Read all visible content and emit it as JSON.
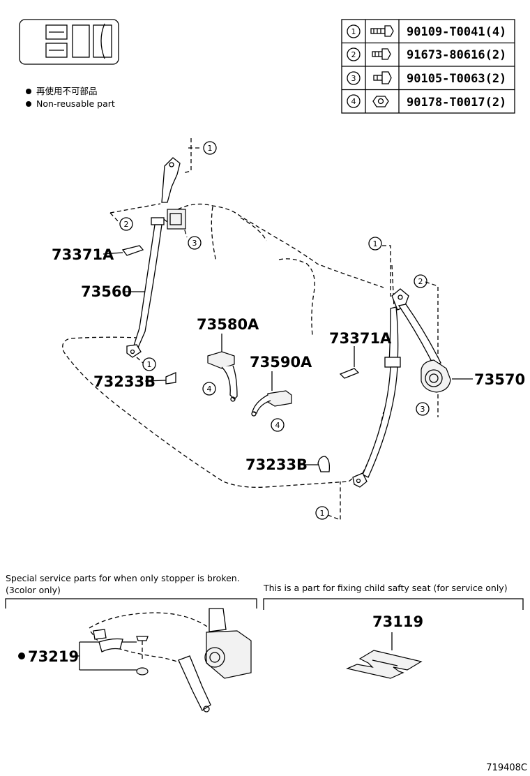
{
  "legend": {
    "bullet_jp": "再使用不可部品",
    "bullet_en": "Non-reusable part"
  },
  "bolt_table": [
    {
      "ref": "1",
      "part": "90109-T0041(4)",
      "icon": "bolt-long-icon"
    },
    {
      "ref": "2",
      "part": "91673-80616(2)",
      "icon": "bolt-icon"
    },
    {
      "ref": "3",
      "part": "90105-T0063(2)",
      "icon": "bolt-short-icon"
    },
    {
      "ref": "4",
      "part": "90178-T0017(2)",
      "icon": "nut-icon"
    }
  ],
  "parts": {
    "p73371A_left": "73371A",
    "p73560": "73560",
    "p73580A": "73580A",
    "p73590A": "73590A",
    "p73233B_left": "73233B",
    "p73371A_right": "73371A",
    "p73570": "73570",
    "p73233B_right": "73233B"
  },
  "callouts": {
    "c1_top": "1",
    "c2_left": "2",
    "c3_left": "3",
    "c1_right": "1",
    "c2_right": "2",
    "c1_leftlow": "1",
    "c4_a": "4",
    "c4_b": "4",
    "c3_right": "3",
    "c1_bottom": "1"
  },
  "bottom_left": {
    "note_line1": "Special service parts for when only stopper is broken.",
    "note_line2": "(3color only)",
    "part": "73219"
  },
  "bottom_right": {
    "note": "This is a part for fixing child safty seat (for service only)",
    "part": "73119"
  },
  "figure_code": "719408C"
}
